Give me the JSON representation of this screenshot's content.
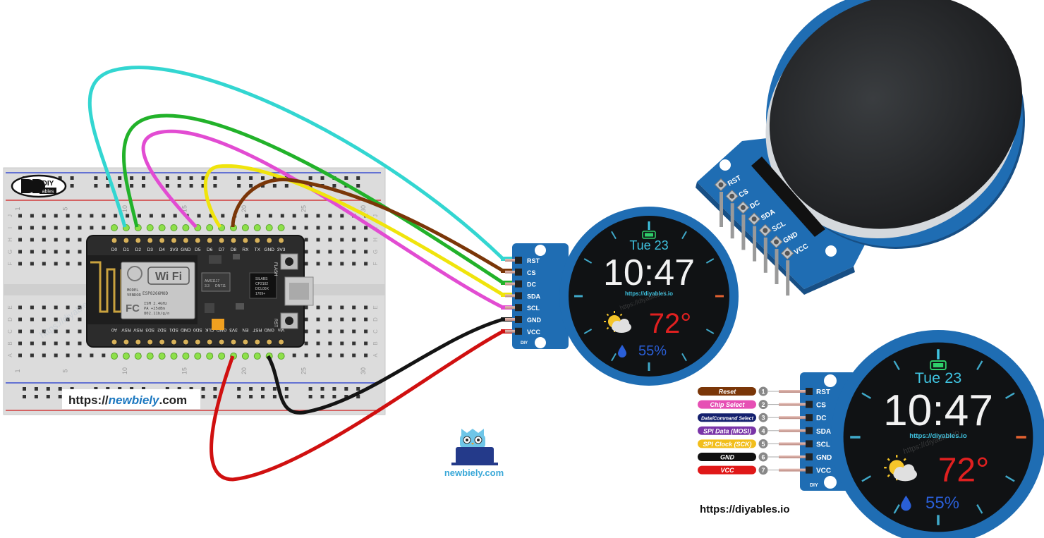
{
  "colors": {
    "board_blue": "#1f6db3",
    "wire_cyan": "#33d6d1",
    "wire_green": "#22b22a",
    "wire_magenta": "#e24cd2",
    "wire_yellow": "#f0e40c",
    "wire_brown": "#7a3608",
    "wire_black": "#141414",
    "wire_red": "#d01010",
    "temp_red": "#e02020",
    "humidity_blue": "#2a5fd8",
    "date_cyan": "#3fc3e0"
  },
  "breadboard": {
    "logo_top": "DIY",
    "logo_bottom": "ables",
    "col_numbers": [
      "1",
      "5",
      "10",
      "15",
      "20",
      "25",
      "30"
    ],
    "row_letters_top": [
      "J",
      "I",
      "H",
      "G",
      "F"
    ],
    "row_letters_bottom": [
      "E",
      "D",
      "C",
      "B",
      "A"
    ],
    "watermark": "https://diyables.io"
  },
  "esp8266": {
    "top_pins": [
      "D0",
      "D1",
      "D2",
      "D3",
      "D4",
      "3V3",
      "GND",
      "D5",
      "D6",
      "D7",
      "D8",
      "RX",
      "TX",
      "GND",
      "3V3"
    ],
    "bottom_pins": [
      "A0",
      "RSV",
      "RSV",
      "SD3",
      "SD2",
      "SD1",
      "CMD",
      "SD0",
      "CLK",
      "GND",
      "3V3",
      "EN",
      "RST",
      "GND",
      "Vin"
    ],
    "wifi_label": "Wi Fi",
    "module_lines": [
      "MODEL",
      "VENDOR",
      "ESP8266MOD",
      "ISM 2.4GHz",
      "PA +25dBm",
      "802.11b/g/n"
    ],
    "fc_mark": "FC",
    "regulator": [
      "AMS1117",
      "3.3",
      "DN711"
    ],
    "usb_chip": [
      "SILABS",
      "CP2102",
      "DCL00X",
      "1709+"
    ],
    "flash_label": "FLASH",
    "rst_label": "RST"
  },
  "url_banner": {
    "prefix": "https://",
    "brand": "newbiely",
    "suffix": ".com"
  },
  "mascot_caption": "newbiely.com",
  "display_pins": [
    "RST",
    "CS",
    "DC",
    "SDA",
    "SCL",
    "GND",
    "VCC"
  ],
  "display_brand": "DIY",
  "watch_face": {
    "date": "Tue 23",
    "time": "10:47",
    "url": "https://diyables.io",
    "temperature": "72°",
    "humidity": "55%"
  },
  "module_photo_pins": [
    "RST",
    "CS",
    "DC",
    "SDA",
    "SCL",
    "GND",
    "VCC"
  ],
  "pin_legend": [
    {
      "label": "Reset",
      "number": "1",
      "color": "#7a3608"
    },
    {
      "label": "Chip Select",
      "number": "2",
      "color": "#e64fb4"
    },
    {
      "label": "Data/Command Select",
      "number": "3",
      "color": "#14206e"
    },
    {
      "label": "SPI Data (MOSI)",
      "number": "4",
      "color": "#7a35a8"
    },
    {
      "label": "SPI Clock (SCK)",
      "number": "5",
      "color": "#f2be1b"
    },
    {
      "label": "GND",
      "number": "6",
      "color": "#101010"
    },
    {
      "label": "VCC",
      "number": "7",
      "color": "#e01818"
    }
  ],
  "footer_url": "https://diyables.io"
}
